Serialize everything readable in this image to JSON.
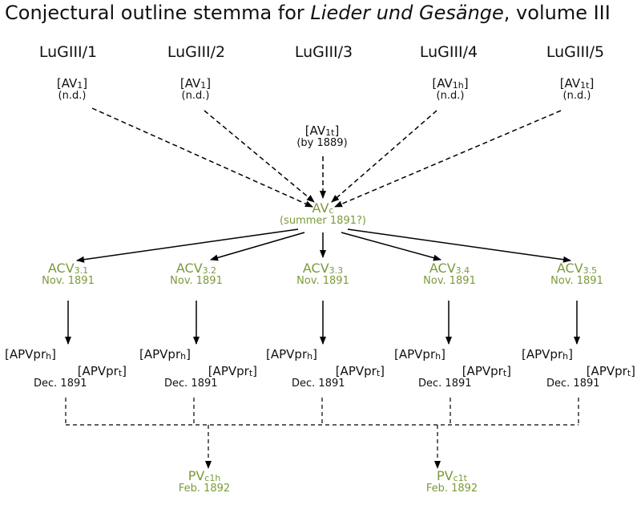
{
  "title": {
    "prefix": "Conjectural outline stemma for ",
    "work": "Lieder und Gesänge",
    "suffix": ", volume III"
  },
  "songs": [
    "LuGIII/1",
    "LuGIII/2",
    "LuGIII/3",
    "LuGIII/4",
    "LuGIII/5"
  ],
  "sources_top": [
    {
      "label": "[AV",
      "sub": "1",
      "close": "]",
      "date": "(n.d.)"
    },
    {
      "label": "[AV",
      "sub": "1",
      "close": "]",
      "date": "(n.d.)"
    },
    {
      "label": "[AV",
      "sub": "1t",
      "close": "]",
      "date": "(by 1889)"
    },
    {
      "label": "[AV",
      "sub": "1h",
      "close": "]",
      "date": "(n.d.)"
    },
    {
      "label": "[AV",
      "sub": "1t",
      "close": "]",
      "date": "(n.d.)"
    }
  ],
  "avc": {
    "label": "AV",
    "sub": "c",
    "date": "(summer 1891?)"
  },
  "acv": [
    {
      "label": "ACV",
      "sub": "3.1",
      "date": "Nov. 1891"
    },
    {
      "label": "ACV",
      "sub": "3.2",
      "date": "Nov. 1891"
    },
    {
      "label": "ACV",
      "sub": "3.3",
      "date": "Nov. 1891"
    },
    {
      "label": "ACV",
      "sub": "3.4",
      "date": "Nov. 1891"
    },
    {
      "label": "ACV",
      "sub": "3.5",
      "date": "Nov. 1891"
    }
  ],
  "apv": [
    {
      "h_label": "[APVpr",
      "h_sub": "h",
      "h_close": "]",
      "t_label": "[APVpr",
      "t_sub": "t",
      "t_close": "]",
      "date": "Dec. 1891"
    },
    {
      "h_label": "[APVpr",
      "h_sub": "h",
      "h_close": "]",
      "t_label": "[APVpr",
      "t_sub": "t",
      "t_close": "]",
      "date": "Dec. 1891"
    },
    {
      "h_label": "[APVpr",
      "h_sub": "h",
      "h_close": "]",
      "t_label": "[APVpr",
      "t_sub": "t",
      "t_close": "]",
      "date": "Dec. 1891"
    },
    {
      "h_label": "[APVpr",
      "h_sub": "h",
      "h_close": "]",
      "t_label": "[APVpr",
      "t_sub": "t",
      "t_close": "]",
      "date": "Dec. 1891"
    },
    {
      "h_label": "[APVpr",
      "h_sub": "h",
      "h_close": "]",
      "t_label": "[APVpr",
      "t_sub": "t",
      "t_close": "]",
      "date": "Dec. 1891"
    }
  ],
  "pv": [
    {
      "label": "PV",
      "sub": "c1h",
      "date": "Feb. 1892"
    },
    {
      "label": "PV",
      "sub": "c1t",
      "date": "Feb. 1892"
    }
  ],
  "colors": {
    "text": "#111111",
    "green": "#7a9a3a",
    "line": "#000000"
  }
}
